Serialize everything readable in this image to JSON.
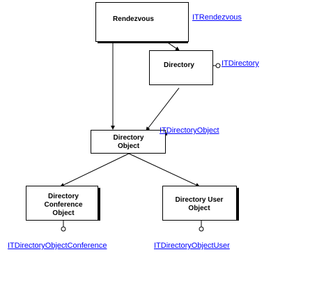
{
  "diagram": {
    "nodes": {
      "rendezvous": {
        "label": "Rendezvous",
        "interface": "ITRendezvous"
      },
      "directory": {
        "label": "Directory",
        "interface": "ITDirectory"
      },
      "directory_object": {
        "label": "Directory\nObject",
        "interface": "ITDirectoryObject"
      },
      "conference_object": {
        "label": "Directory\nConference\nObject",
        "interface": "ITDirectoryObjectConference"
      },
      "user_object": {
        "label": "Directory User\nObject",
        "interface": "ITDirectoryObjectUser"
      }
    },
    "edges": [
      {
        "from": "rendezvous",
        "to": "directory"
      },
      {
        "from": "rendezvous",
        "to": "directory_object"
      },
      {
        "from": "directory",
        "to": "directory_object"
      },
      {
        "from": "directory_object",
        "to": "conference_object"
      },
      {
        "from": "directory_object",
        "to": "user_object"
      }
    ],
    "colors": {
      "line": "#000000",
      "link": "#0000ff",
      "background": "#ffffff"
    }
  }
}
